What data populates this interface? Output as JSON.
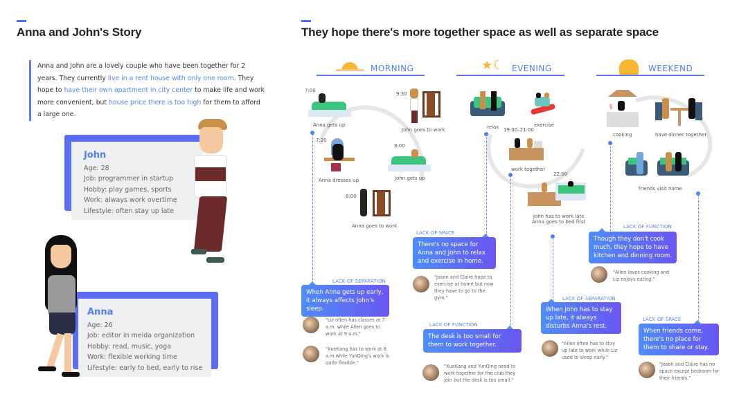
{
  "left": {
    "title": "Anna and John's Story",
    "intro": {
      "p1": "Anna and John are a lovely couple who have been together for 2 years. They currently ",
      "h1": "live in a rent house with only one room",
      "p2": ". They hope to ",
      "h2": "have their own apartment in city center",
      "p3": " to make life and work more convenient, but ",
      "h3": "house price there is too high",
      "p4": " for them to afford a large one."
    },
    "john": {
      "name": "John",
      "lines": [
        "Age: 28",
        "Job: programmer in startup",
        "Hobby: play games, sports",
        "Work: always work overtime",
        "Lifestyle: often stay up late"
      ]
    },
    "anna": {
      "name": "Anna",
      "lines": [
        "Age: 26",
        "Job: editor in meida organization",
        "Hobby: read, music, yoga",
        "Work: flexible working time",
        "Lifestyle: early to bed, early to rise"
      ]
    }
  },
  "right": {
    "title": "They hope there's more together space as well as separate space",
    "sections": [
      "MORNING",
      "EVENING",
      "WEEKEND"
    ],
    "activities": {
      "anna_up": {
        "time": "7:00",
        "label": "Anna gets up"
      },
      "anna_dress": {
        "time": "7:20",
        "label": "Anna dresses up"
      },
      "anna_work": {
        "time": "8:00",
        "label": "Anna goes to work"
      },
      "john_up": {
        "time": "9:00",
        "label": "John gets up"
      },
      "john_work": {
        "time": "9:30",
        "label": "John goes to work"
      },
      "relax": {
        "label": "relax"
      },
      "exercise": {
        "label": "exercise"
      },
      "work_together": {
        "time": "19:00–21:00",
        "label": "work together"
      },
      "late": {
        "time": "22:00",
        "label": "John has to work late",
        "label2": "Anna goes to bed first"
      },
      "cooking": {
        "label": "cooking"
      },
      "dinner": {
        "label": "have dinner together"
      },
      "friends": {
        "label": "friends visit home"
      }
    },
    "callouts": [
      {
        "tag": "LACK OF SEPARATION",
        "text": "When Anna gets up early, it always affects John's sleep.",
        "quotes": [
          "\"Liz often has classes at 7 a.m. while Allen goes to work at 9 a.m.\"",
          "\"XueKang has to work at 8 a.m while YunQing's work is quite flexible.\""
        ]
      },
      {
        "tag": "LACK OF SPACE",
        "text": "There's no space for Anna and John to relax and exercise in home.",
        "quotes": [
          "\"Jason and Claire hope to exercise at home but now they have to go to the gym.\""
        ]
      },
      {
        "tag": "LACK OF FUNCTION",
        "text": "The desk is too small for them to work together.",
        "quotes": [
          "\"XueKang and YunQing need to work together for the club they join but the desk is too small.\""
        ]
      },
      {
        "tag": "LACK OF SEPARATION",
        "text": "When John has to stay up late, it always disturbs Anna's rest.",
        "quotes": [
          "\"Allen often has to stay up late to work while Liz used to sleep early.\""
        ]
      },
      {
        "tag": "LACK OF FUNCTION",
        "text": "Though they don't cook much, they hope to have kitchen and dinning room.",
        "quotes": [
          "\"Allen loves cooking and Liz enjoys eating.\""
        ]
      },
      {
        "tag": "LACK OF SPACE",
        "text": "When friends come, there's no place for them to share or stay.",
        "quotes": [
          "\"Jason and Claire has no space except bedroom for their friends.\""
        ]
      }
    ]
  }
}
